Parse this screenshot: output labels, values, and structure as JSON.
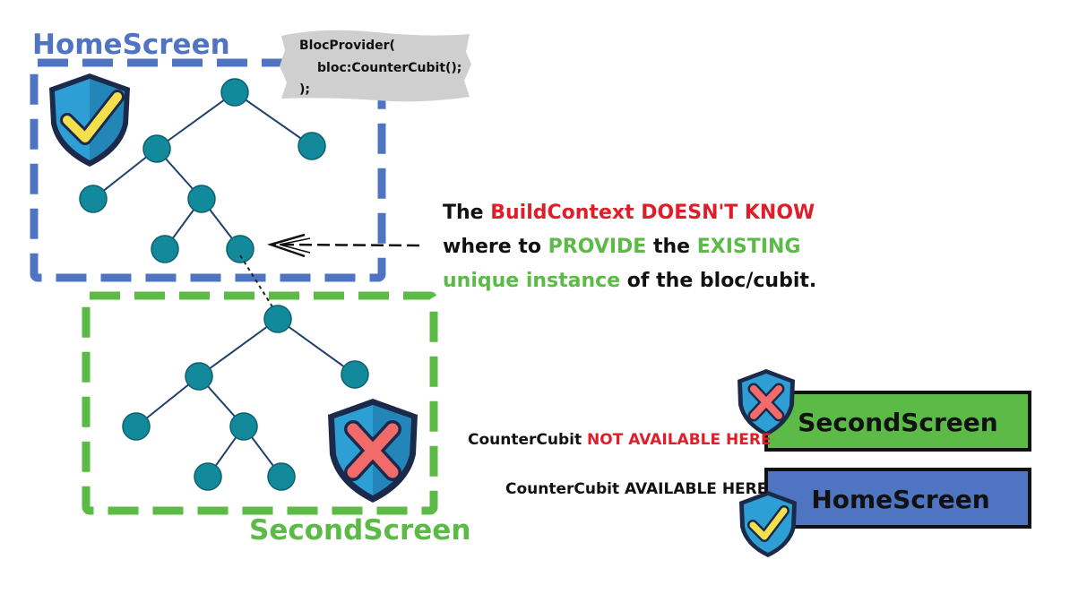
{
  "colors": {
    "home_blue": "#4f75c2",
    "second_green": "#5cba47",
    "node_teal": "#138a9c",
    "alert_red": "#e11d2a",
    "highlight_green": "#5cba47",
    "shield_blue": "#2e9fd4",
    "check_yellow": "#f4e04d",
    "cross_red": "#f26b6b"
  },
  "home_box": {
    "label": "HomeScreen"
  },
  "second_box": {
    "label": "SecondScreen"
  },
  "code_note": {
    "line1": "BlocProvider(",
    "line2": "bloc:CounterCubit();",
    "line3": ");"
  },
  "message": {
    "l1_a": "The ",
    "l1_b": "BuildContext DOESN'T KNOW",
    "l2_a": "where to ",
    "l2_b": "PROVIDE",
    "l2_c": " the ",
    "l2_d": "EXISTING",
    "l3_a": "unique instance",
    "l3_b": " of the bloc/cubit."
  },
  "legend": {
    "second": {
      "label": "SecondScreen",
      "caption_a": "CounterCubit ",
      "caption_b": "NOT AVAILABLE HERE"
    },
    "home": {
      "label": "HomeScreen",
      "caption": "CounterCubit AVAILABLE HERE"
    }
  },
  "icons": [
    "shield-check-icon",
    "shield-cross-icon",
    "arrow-left-icon"
  ]
}
